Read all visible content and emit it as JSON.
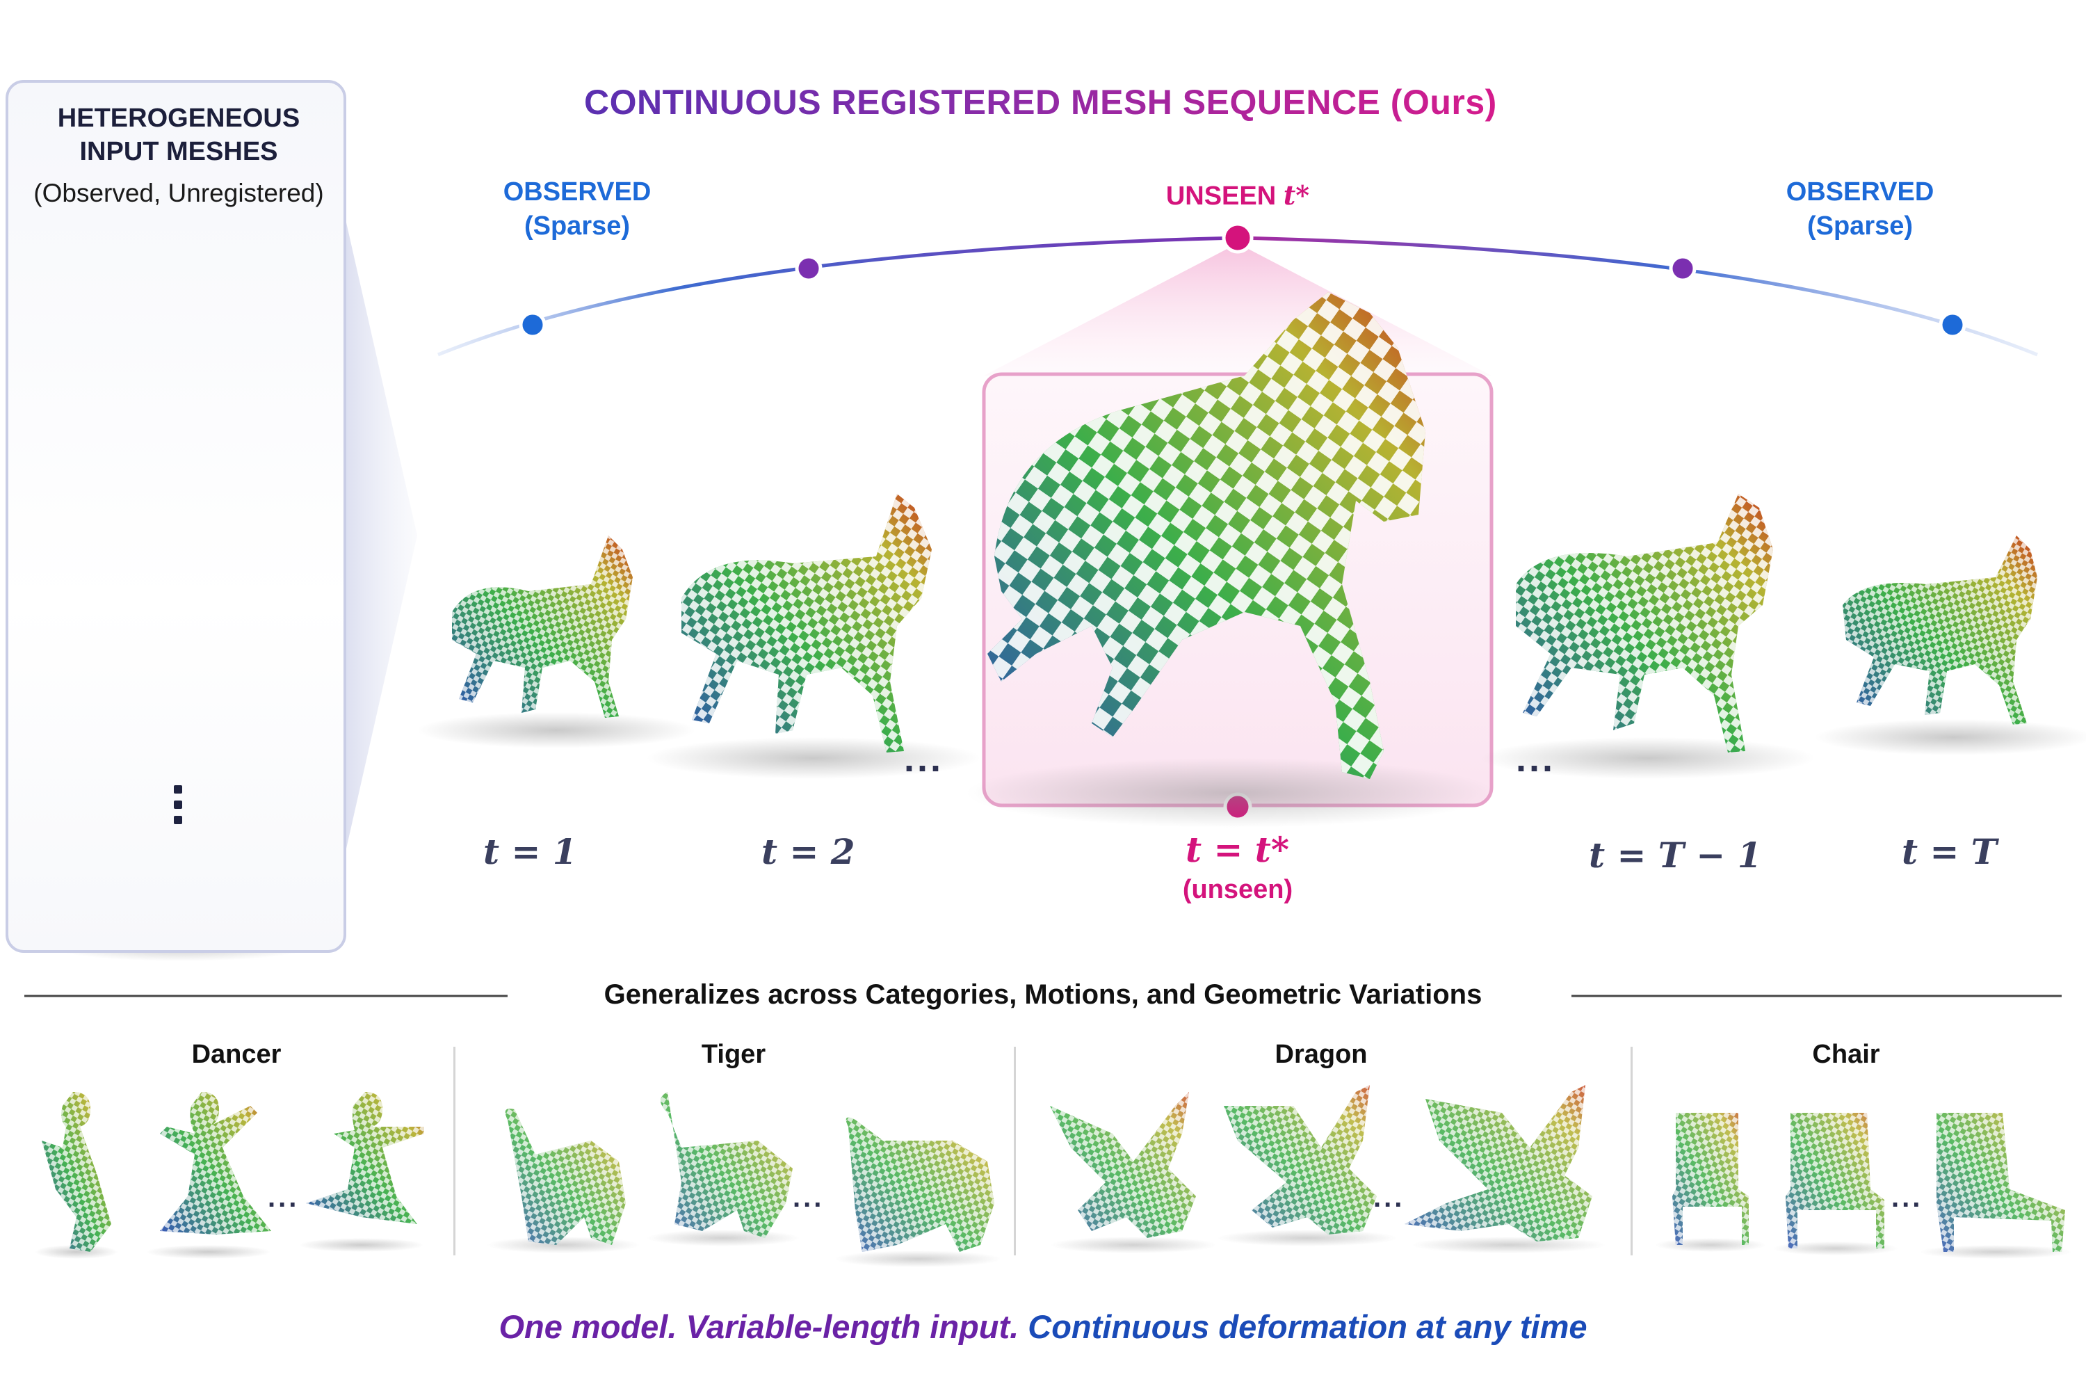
{
  "left_panel": {
    "title_line1": "HETEROGENEOUS",
    "title_line2": "INPUT MESHES",
    "subtitle": "(Observed, Unregistered)"
  },
  "header": {
    "title": "CONTINUOUS REGISTERED MESH SEQUENCE (Ours)"
  },
  "timeline": {
    "left_observed": "OBSERVED",
    "left_sparse": "(Sparse)",
    "unseen": "UNSEEN",
    "unseen_symbol": "t*",
    "right_observed": "OBSERVED",
    "right_sparse": "(Sparse)"
  },
  "frames": [
    {
      "label": "t = 1"
    },
    {
      "label": "t = 2"
    },
    {
      "label": "t = t*",
      "sub": "(unseen)"
    },
    {
      "label": "t = T − 1"
    },
    {
      "label": "t = T"
    }
  ],
  "ellipsis": "...",
  "generalization": {
    "heading": "Generalizes across Categories, Motions, and Geometric Variations",
    "categories": [
      "Dancer",
      "Tiger",
      "Dragon",
      "Chair"
    ]
  },
  "tagline": {
    "part1": "One model. Variable-length input.",
    "part2": "Continuous deformation at any time"
  },
  "colors": {
    "observed_blue": "#1d6ad8",
    "unseen_pink": "#d4137c",
    "intermediate_purple": "#7b2fb0",
    "panel_border": "#c9cde6"
  }
}
